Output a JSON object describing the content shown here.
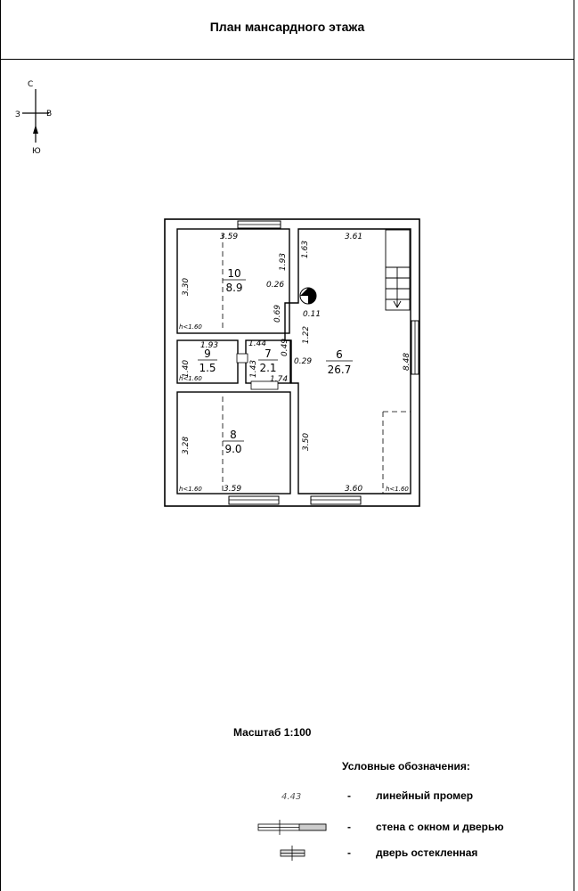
{
  "title": "План мансардного этажа",
  "compass": {
    "north": "С",
    "south": "Ю",
    "west": "З",
    "east": "В"
  },
  "rooms": [
    {
      "number": "10",
      "area": "8.9"
    },
    {
      "number": "9",
      "area": "1.5"
    },
    {
      "number": "7",
      "area": "2.1"
    },
    {
      "number": "8",
      "area": "9.0"
    },
    {
      "number": "6",
      "area": "26.7"
    }
  ],
  "dimensions": {
    "r10_top": "3.59",
    "r10_left": "3.30",
    "r10_right": "1.93",
    "r10_small": "0.26",
    "r10_small2": "0.69",
    "r6_top": "3.61",
    "r6_left": "1.63",
    "r6_chimney": "0.11",
    "r6_mid": "1.22",
    "r6_right": "8.48",
    "r6_small": "0.29",
    "r6_small2": "0.49",
    "r9_top": "1.93",
    "r9_left": "1.40",
    "r7_top": "1.44",
    "r7_left": "1.43",
    "r7_bottom": "1.74",
    "r8_left": "3.28",
    "r8_bottom": "3.59",
    "r6_lower_left": "3.50",
    "r6_bottom": "3.60"
  },
  "height_note": "h<1.60",
  "scale": "Масштаб 1:100",
  "legend": {
    "title": "Условные обозначения:",
    "sample_value": "4.43",
    "dash": "-",
    "items": [
      "линейный промер",
      "стена с окном и дверью",
      "дверь остекленная"
    ]
  }
}
